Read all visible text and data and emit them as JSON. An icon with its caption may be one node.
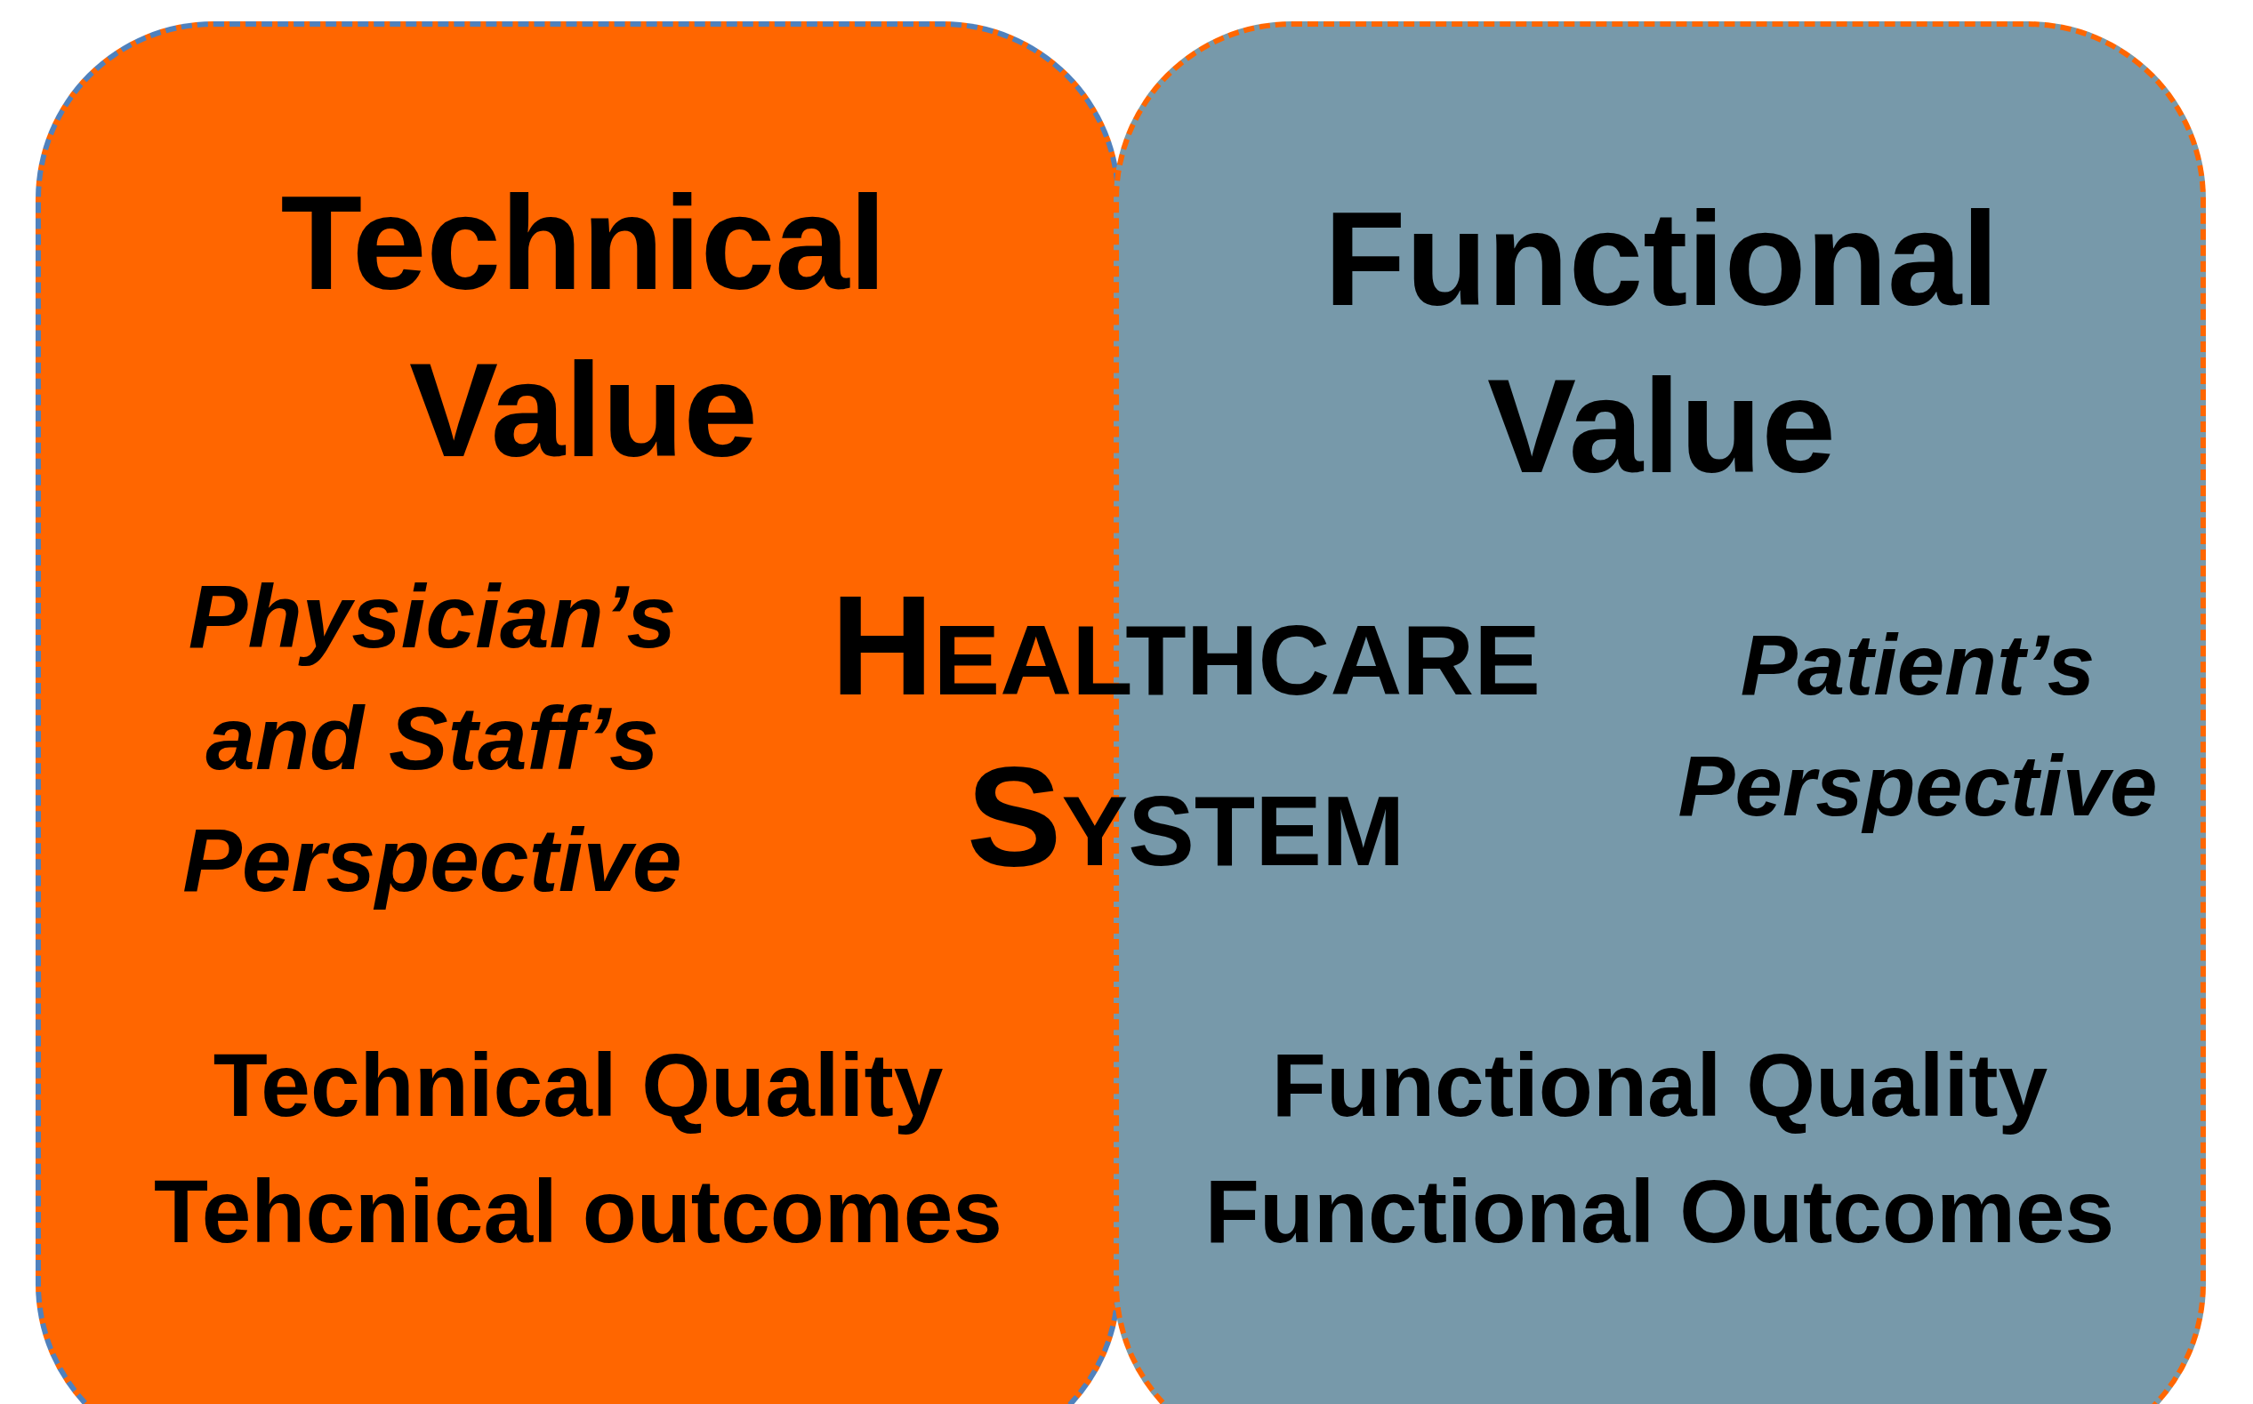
{
  "diagram": {
    "nodes": [
      {
        "text": [
          "Technical Value",
          "Physician’s and Staff’s Perspective",
          "Technical Quality",
          "Tehcnical outcomes"
        ]
      },
      {
        "text": [
          "Functional Value",
          "Patient’s Perspective",
          "Functional Quality",
          "Functional Outcomes"
        ]
      },
      {
        "text": [
          "Healthcare System"
        ]
      }
    ]
  }
}
